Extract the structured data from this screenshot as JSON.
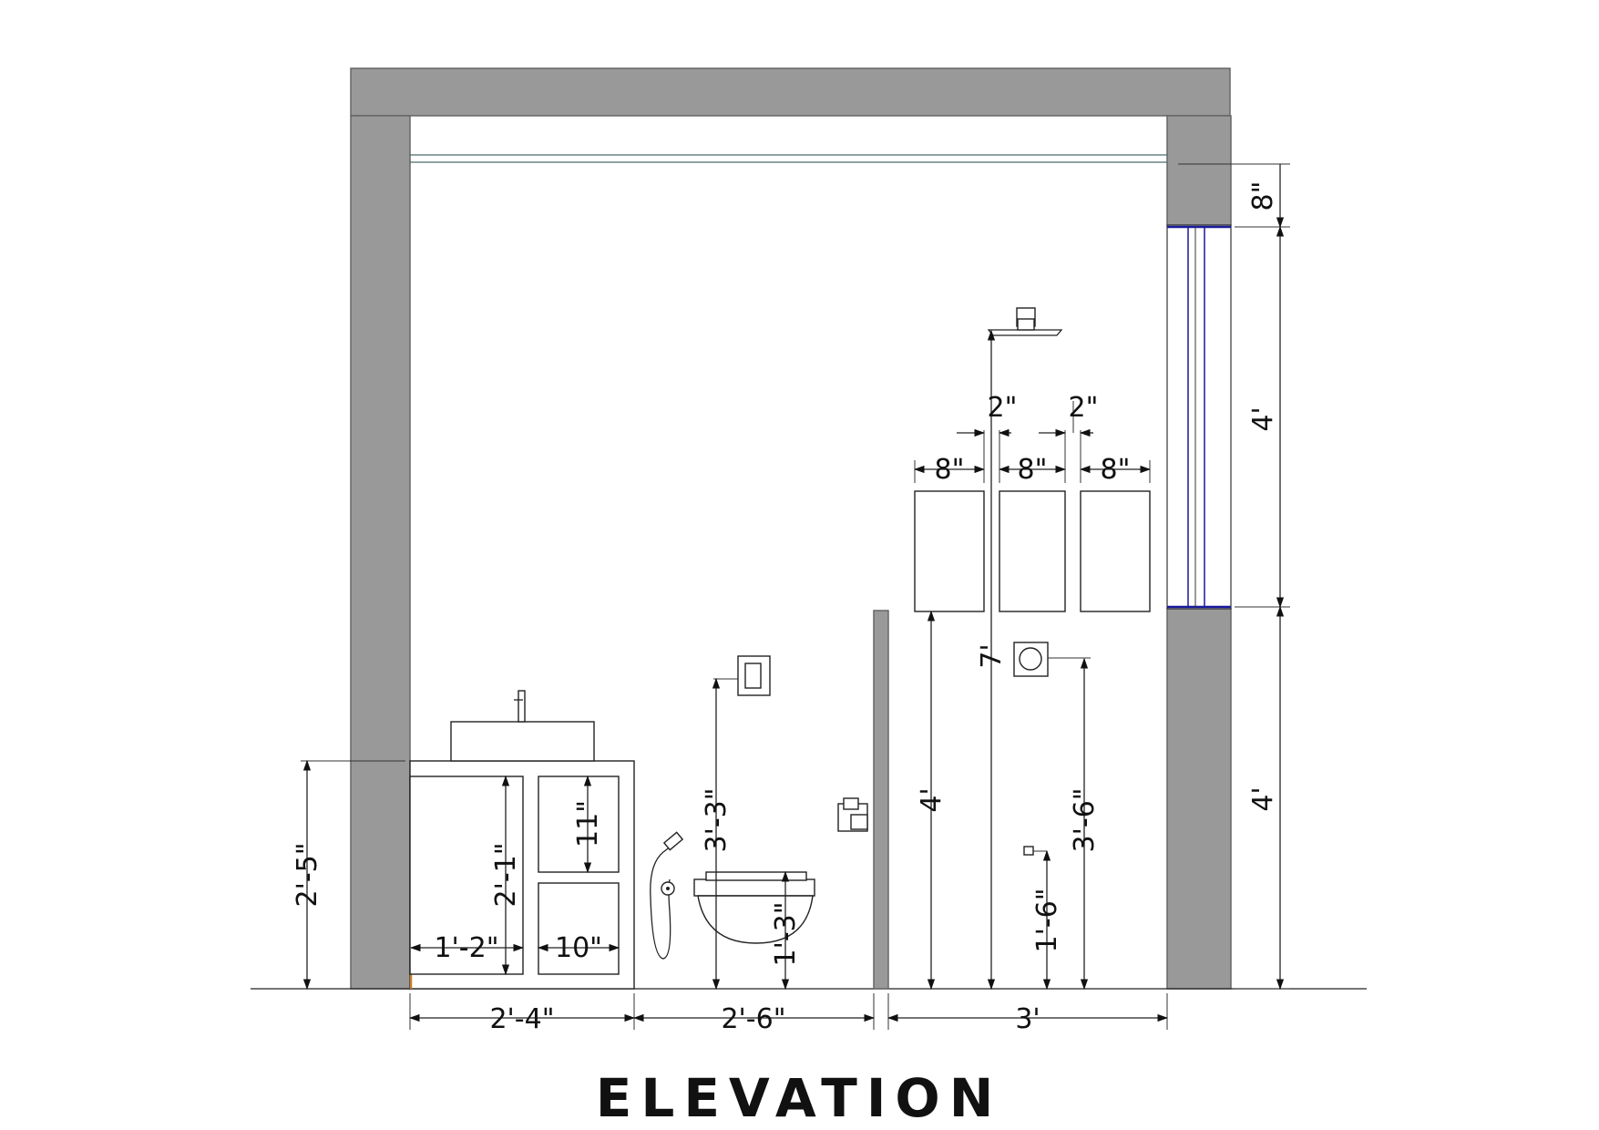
{
  "title": "ELEVATION",
  "dimensions": {
    "top_band": "8\"",
    "window_height": "4'",
    "sill_height": "4'",
    "shower_gap_left": "2\"",
    "shower_gap_right": "2\"",
    "niche_1_width": "8\"",
    "niche_2_width": "8\"",
    "niche_3_width": "8\"",
    "niche_bottom_height": "4'",
    "shower_height": "7'",
    "mixer_height": "3'-6\"",
    "tap_height": "1'-6\"",
    "flush_plate_height": "3'-3\"",
    "wc_height": "1'-3\"",
    "vanity_height": "2'-5\"",
    "vanity_door_height": "2'-1\"",
    "vanity_drawer_height": "11\"",
    "vanity_door_width": "1'-2\"",
    "vanity_drawer_width": "10\"",
    "bottom_vanity_zone": "2'-4\"",
    "bottom_wc_zone": "2'-6\"",
    "bottom_shower_zone": "3'"
  },
  "colors": {
    "wall": "#999999",
    "window_frame": "#1a1a9c",
    "vanity_edge": "#c87c2a",
    "ceiling_line": "#4a6a6a"
  }
}
